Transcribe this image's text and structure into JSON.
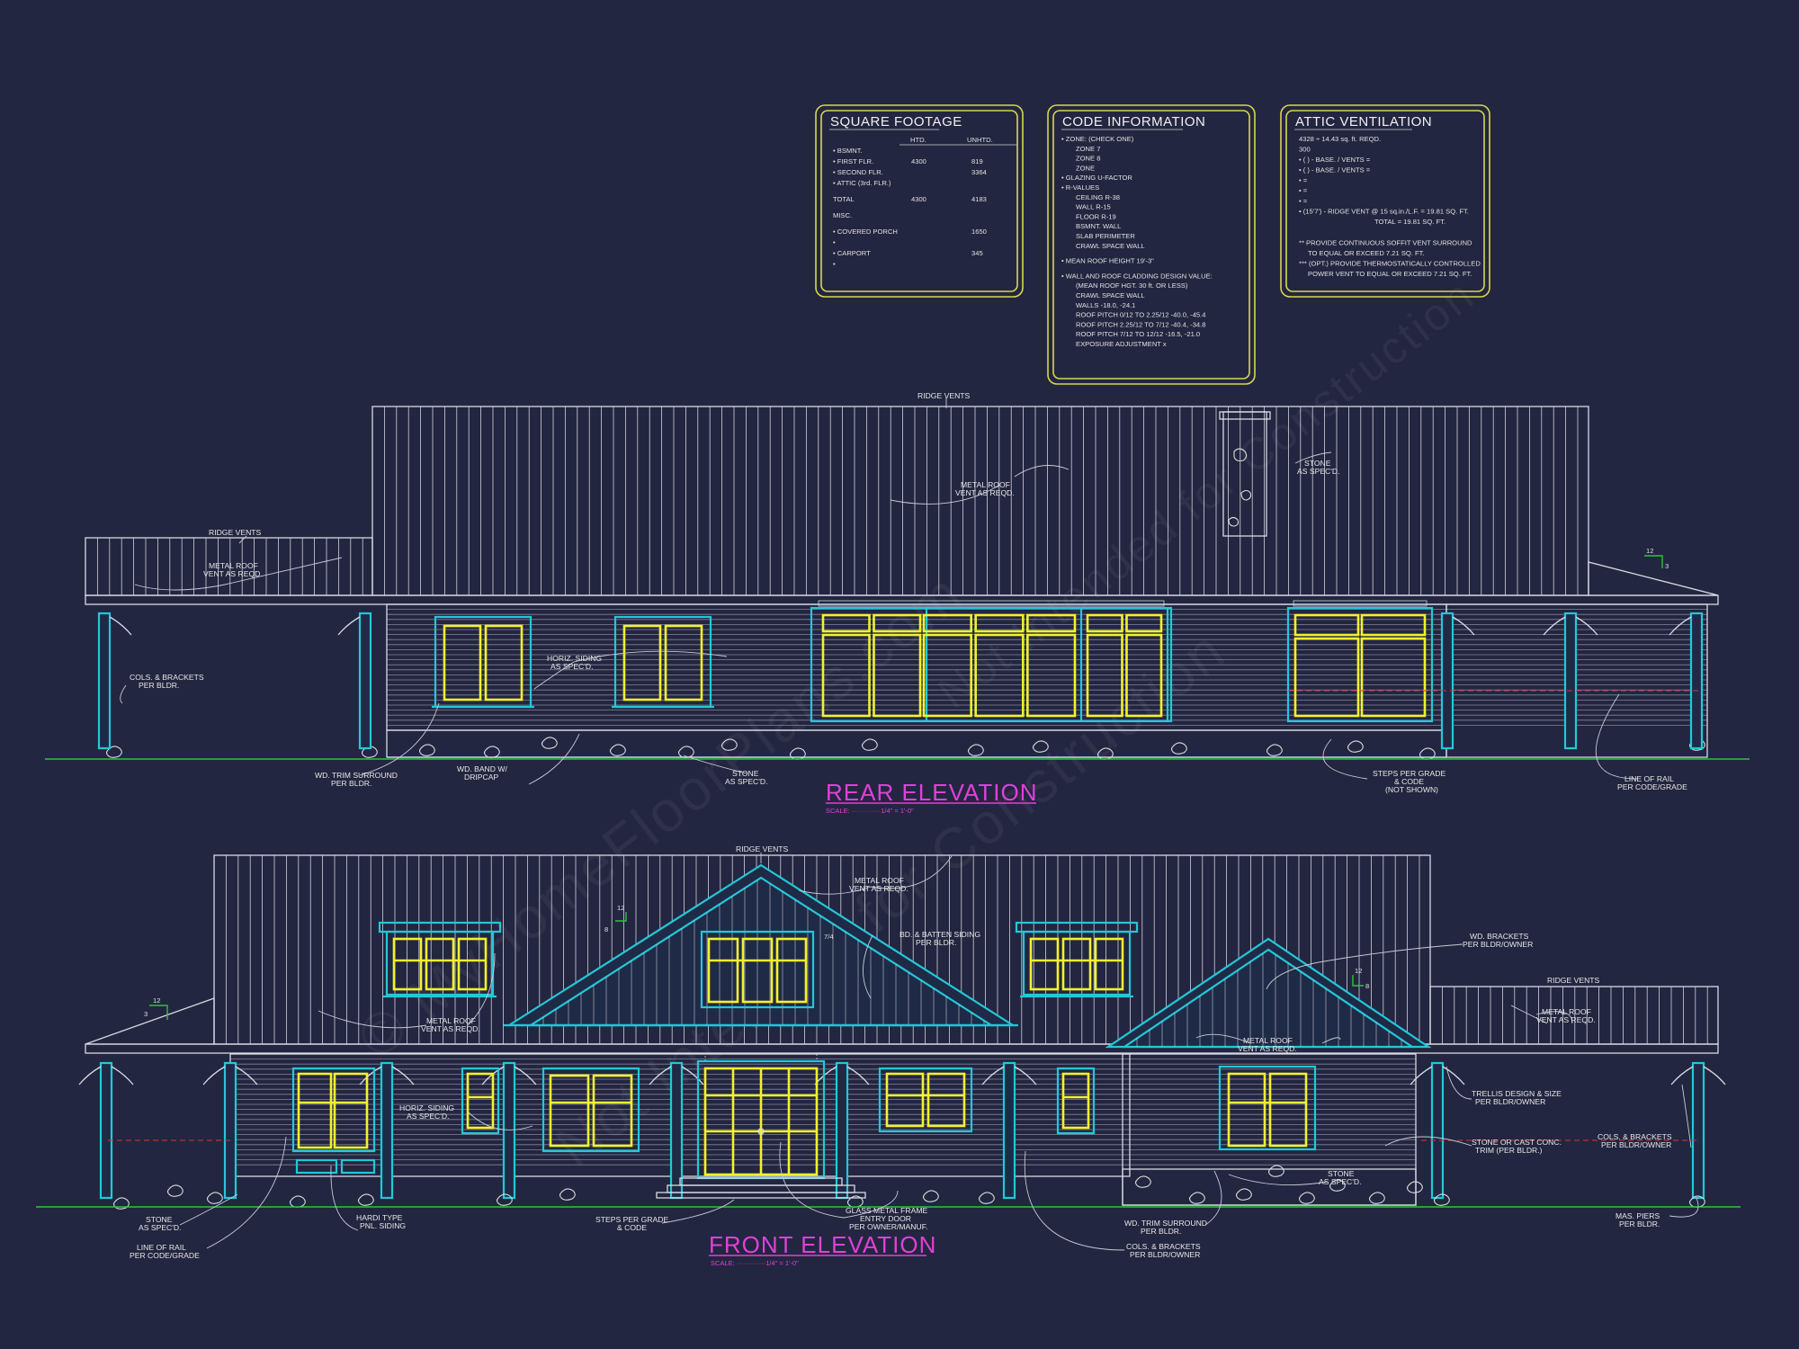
{
  "watermark": {
    "line1": "© MyHomeFloorPlans.com",
    "line2": "Not Intended for Construction",
    "line3": "Not Intended for Construction"
  },
  "square_footage": {
    "title": "SQUARE FOOTAGE",
    "col_htd": "HTD.",
    "col_unhtd": "UNHTD.",
    "rows": [
      {
        "label": "• BSMNT.",
        "htd": "",
        "unhtd": ""
      },
      {
        "label": "• FIRST FLR.",
        "htd": "4300",
        "unhtd": "819"
      },
      {
        "label": "• SECOND FLR.",
        "htd": "",
        "unhtd": "3364"
      },
      {
        "label": "• ATTIC (3rd. FLR.)",
        "htd": "",
        "unhtd": ""
      },
      {
        "label": "TOTAL",
        "htd": "4300",
        "unhtd": "4183"
      },
      {
        "label": "MISC.",
        "htd": "",
        "unhtd": ""
      },
      {
        "label": "• COVERED PORCH",
        "htd": "",
        "unhtd": "1650"
      },
      {
        "label": "•",
        "htd": "",
        "unhtd": ""
      },
      {
        "label": "• CARPORT",
        "htd": "",
        "unhtd": "345"
      },
      {
        "label": "•",
        "htd": "",
        "unhtd": ""
      }
    ]
  },
  "code_information": {
    "title": "CODE INFORMATION",
    "lines": [
      "• ZONE: (CHECK ONE)",
      "ZONE 7",
      "ZONE 8",
      "ZONE",
      "• GLAZING U-FACTOR",
      "• R-VALUES",
      "CEILING          R-38",
      "WALL             R-15",
      "FLOOR            R-19",
      "BSMNT. WALL",
      "SLAB PERIMETER",
      "CRAWL SPACE WALL",
      "• MEAN ROOF HEIGHT  19'-3\"",
      "• WALL AND ROOF CLADDING DESIGN VALUE:",
      "(MEAN ROOF HGT. 30 ft. OR LESS)",
      "CRAWL SPACE WALL",
      "WALLS                    -18.0, -24.1",
      "ROOF PITCH 0/12 TO 2.25/12   -40.0, -45.4",
      "ROOF PITCH 2.25/12 TO 7/12   -40.4, -34.8",
      "ROOF PITCH 7/12 TO 12/12     -16.5, -21.0",
      "EXPOSURE ADJUSTMENT       x"
    ]
  },
  "attic_ventilation": {
    "title": "ATTIC VENTILATION",
    "lines": [
      "4328 ÷ 14.43 sq. ft.  REQD.",
      "300",
      "• (   ) -        BASE.    /    VENTS   =",
      "• (   ) -        BASE.    /    VENTS   =",
      "•                                      =",
      "•                                      =",
      "•                                      =",
      "• (15'7') - RIDGE VENT @ 15 sq.in./L.F. = 19.81 SQ. FT.",
      "TOTAL   = 19.81 SQ. FT.",
      "** PROVIDE CONTINUOUS SOFFIT VENT SURROUND",
      "TO EQUAL OR EXCEED  7.21 SQ. FT.",
      "*** (OPT.) PROVIDE THERMOSTATICALLY CONTROLLED",
      "POWER VENT TO EQUAL OR EXCEED  7.21 SQ. FT."
    ]
  },
  "rear": {
    "title": "REAR ELEVATION",
    "scale": "SCALE: ·············1/4\" = 1'-0\"",
    "pitch_rise": "12",
    "pitch_run": "3",
    "notes": {
      "ridge_vents_main": "RIDGE VENTS",
      "ridge_vents_left": "RIDGE VENTS",
      "metal_roof_main_1": "METAL ROOF",
      "metal_roof_main_2": "VENT AS REQD.",
      "metal_roof_left_1": "METAL ROOF",
      "metal_roof_left_2": "VENT AS REQD.",
      "stone_1": "STONE",
      "stone_2": "AS SPEC'D.",
      "cols_1": "COLS. & BRACKETS",
      "cols_2": "PER BLDR.",
      "horiz_1": "HORIZ. SIDING",
      "horiz_2": "AS SPEC'D.",
      "wdtrim_1": "WD. TRIM SURROUND",
      "wdtrim_2": "PER BLDR.",
      "wdband_1": "WD. BAND W/",
      "wdband_2": "DRIPCAP",
      "stonebot_1": "STONE",
      "stonebot_2": "AS SPEC'D.",
      "steps_1": "STEPS PER GRADE",
      "steps_2": "& CODE",
      "steps_3": "(NOT SHOWN)",
      "rail_1": "LINE OF RAIL",
      "rail_2": "PER CODE/GRADE"
    }
  },
  "front": {
    "title": "FRONT ELEVATION",
    "scale": "SCALE: ·············1/4\" = 1'-0\"",
    "pitch_left_rise": "12",
    "pitch_left_run": "3",
    "pitch_gable_rise": "12",
    "pitch_gable_run": "8",
    "pitch_right_rise": "12",
    "pitch_right_run": "8",
    "gable_pitch_note": "7/4",
    "notes": {
      "ridge_vents_main": "RIDGE VENTS",
      "ridge_vents_right": "RIDGE VENTS",
      "metal_top_1": "METAL ROOF",
      "metal_top_2": "VENT AS REQD.",
      "bd_1": "BD. & BATTEN SIDING",
      "bd_2": "PER BLDR.",
      "wdbr_1": "WD. BRACKETS",
      "wdbr_2": "PER BLDR/OWNER",
      "metal_left_1": "METAL ROOF",
      "metal_left_2": "VENT AS REQD.",
      "metal_mid_1": "METAL ROOF",
      "metal_mid_2": "VENT AS REQD.",
      "metal_right_1": "METAL ROOF",
      "metal_right_2": "VENT AS REQD.",
      "horiz_1": "HORIZ. SIDING",
      "horiz_2": "AS SPEC'D.",
      "trellis_1": "TRELLIS DESIGN & SIZE",
      "trellis_2": "PER BLDR/OWNER",
      "stonecast_1": "STONE OR CAST CONC.",
      "stonecast_2": "TRIM (PER BLDR.)",
      "cols_r_1": "COLS. & BRACKETS",
      "cols_r_2": "PER BLDR/OWNER",
      "stone_r_1": "STONE",
      "stone_r_2": "AS SPEC'D.",
      "stone_l_1": "STONE",
      "stone_l_2": "AS SPEC'D.",
      "rail_1": "LINE OF RAIL",
      "rail_2": "PER CODE/GRADE",
      "hardi_1": "HARDI TYPE",
      "hardi_2": "PNL. SIDING",
      "steps_1": "STEPS PER GRADE",
      "steps_2": "& CODE",
      "glass_1": "GLASS METAL FRAME",
      "glass_2": "ENTRY DOOR",
      "glass_3": "PER OWNER/MANUF.",
      "wdtrim_1": "WD. TRIM SURROUND",
      "wdtrim_2": "PER BLDR.",
      "cols_b_1": "COLS. & BRACKETS",
      "cols_b_2": "PER BLDR/OWNER",
      "mas_1": "MAS. PIERS",
      "mas_2": "PER BLDR."
    }
  },
  "colors": {
    "background": "#232640",
    "linework": "#d8dae4",
    "trim": "#22c8d8",
    "glazing": "#f2f22c",
    "grade": "#2ec33a",
    "rail_line": "#e03030",
    "title_text": "#e040d8",
    "table_border": "#d8d84a"
  }
}
